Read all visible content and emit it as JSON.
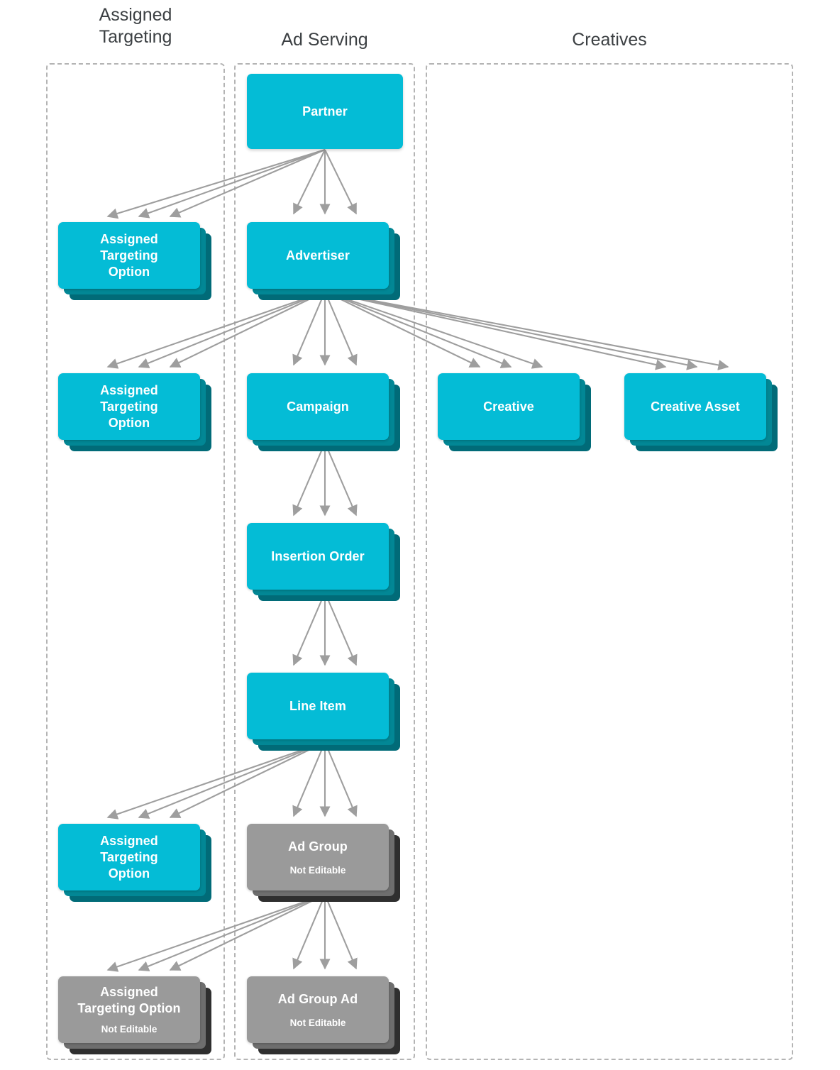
{
  "diagram": {
    "type": "hierarchy-diagram",
    "colors": {
      "node_cyan": "#04bcd6",
      "node_cyan_layer1": "#028795",
      "node_cyan_layer2": "#016b78",
      "node_gray": "#9a9a9a",
      "node_gray_layer1": "#6e6e6e",
      "node_gray_layer2": "#2f2f2f",
      "edge": "#9e9e9e",
      "container_border": "#b4b4b4",
      "title_text": "#3c4043",
      "node_text": "#ffffff"
    },
    "columns": [
      {
        "id": "assigned-targeting",
        "label": "Assigned\nTargeting",
        "label_lines": [
          "Assigned",
          "Targeting"
        ]
      },
      {
        "id": "ad-serving",
        "label": "Ad Serving",
        "label_lines": [
          "Ad Serving"
        ]
      },
      {
        "id": "creatives",
        "label": "Creatives",
        "label_lines": [
          "Creatives"
        ]
      }
    ],
    "nodes": [
      {
        "id": "partner",
        "column": "ad-serving",
        "title": "Partner",
        "sub": "",
        "style": "cyan",
        "stacked": false,
        "title_lines": [
          "Partner"
        ]
      },
      {
        "id": "ato-1",
        "column": "assigned-targeting",
        "title": "Assigned Targeting Option",
        "sub": "",
        "style": "cyan",
        "stacked": true,
        "title_lines": [
          "Assigned",
          "Targeting",
          "Option"
        ]
      },
      {
        "id": "advertiser",
        "column": "ad-serving",
        "title": "Advertiser",
        "sub": "",
        "style": "cyan",
        "stacked": true,
        "title_lines": [
          "Advertiser"
        ]
      },
      {
        "id": "ato-2",
        "column": "assigned-targeting",
        "title": "Assigned Targeting Option",
        "sub": "",
        "style": "cyan",
        "stacked": true,
        "title_lines": [
          "Assigned",
          "Targeting",
          "Option"
        ]
      },
      {
        "id": "campaign",
        "column": "ad-serving",
        "title": "Campaign",
        "sub": "",
        "style": "cyan",
        "stacked": true,
        "title_lines": [
          "Campaign"
        ]
      },
      {
        "id": "creative",
        "column": "creatives",
        "title": "Creative",
        "sub": "",
        "style": "cyan",
        "stacked": true,
        "title_lines": [
          "Creative"
        ]
      },
      {
        "id": "creative-asset",
        "column": "creatives",
        "title": "Creative Asset",
        "sub": "",
        "style": "cyan",
        "stacked": true,
        "title_lines": [
          "Creative Asset"
        ]
      },
      {
        "id": "insertion-order",
        "column": "ad-serving",
        "title": "Insertion Order",
        "sub": "",
        "style": "cyan",
        "stacked": true,
        "title_lines": [
          "Insertion Order"
        ]
      },
      {
        "id": "line-item",
        "column": "ad-serving",
        "title": "Line Item",
        "sub": "",
        "style": "cyan",
        "stacked": true,
        "title_lines": [
          "Line Item"
        ]
      },
      {
        "id": "ato-3",
        "column": "assigned-targeting",
        "title": "Assigned Targeting Option",
        "sub": "",
        "style": "cyan",
        "stacked": true,
        "title_lines": [
          "Assigned",
          "Targeting",
          "Option"
        ]
      },
      {
        "id": "ad-group",
        "column": "ad-serving",
        "title": "Ad Group",
        "sub": "Not Editable",
        "style": "gray",
        "stacked": true,
        "title_lines": [
          "Ad Group"
        ]
      },
      {
        "id": "ato-4",
        "column": "assigned-targeting",
        "title": "Assigned Targeting Option",
        "sub": "Not Editable",
        "style": "gray",
        "stacked": true,
        "title_lines": [
          "Assigned",
          "Targeting Option"
        ]
      },
      {
        "id": "ad-group-ad",
        "column": "ad-serving",
        "title": "Ad Group Ad",
        "sub": "Not Editable",
        "style": "gray",
        "stacked": true,
        "title_lines": [
          "Ad Group Ad"
        ]
      }
    ],
    "edges": [
      {
        "from": "partner",
        "to": "ato-1",
        "multiplicity": 3
      },
      {
        "from": "partner",
        "to": "advertiser",
        "multiplicity": 3
      },
      {
        "from": "advertiser",
        "to": "ato-2",
        "multiplicity": 3
      },
      {
        "from": "advertiser",
        "to": "campaign",
        "multiplicity": 3
      },
      {
        "from": "advertiser",
        "to": "creative",
        "multiplicity": 3
      },
      {
        "from": "advertiser",
        "to": "creative-asset",
        "multiplicity": 3
      },
      {
        "from": "campaign",
        "to": "insertion-order",
        "multiplicity": 3
      },
      {
        "from": "insertion-order",
        "to": "line-item",
        "multiplicity": 3
      },
      {
        "from": "line-item",
        "to": "ato-3",
        "multiplicity": 3
      },
      {
        "from": "line-item",
        "to": "ad-group",
        "multiplicity": 3
      },
      {
        "from": "ad-group",
        "to": "ato-4",
        "multiplicity": 3
      },
      {
        "from": "ad-group",
        "to": "ad-group-ad",
        "multiplicity": 3
      }
    ]
  }
}
